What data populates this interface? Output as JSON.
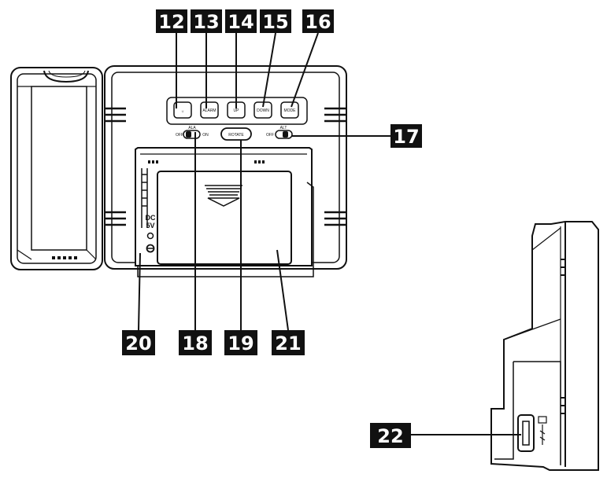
{
  "callouts": {
    "c12": "12",
    "c13": "13",
    "c14": "14",
    "c15": "15",
    "c16": "16",
    "c17": "17",
    "c18": "18",
    "c19": "19",
    "c20": "20",
    "c21": "21",
    "c22": "22"
  },
  "buttons": {
    "b12": "☼",
    "b13": "ALARM",
    "b14": "UP",
    "b15": "DOWN",
    "b16": "MODE"
  },
  "rotate_label": "ROTATE",
  "switch_left": {
    "top": "ALA",
    "off": "OFF",
    "on": "ON"
  },
  "switch_right": {
    "top": "ALT",
    "off": "OFF"
  },
  "dc_label": {
    "line1": "DC",
    "line2": "5V"
  },
  "colors": {
    "callout_bg": "#111111",
    "callout_text": "#ffffff",
    "line": "#111111"
  }
}
